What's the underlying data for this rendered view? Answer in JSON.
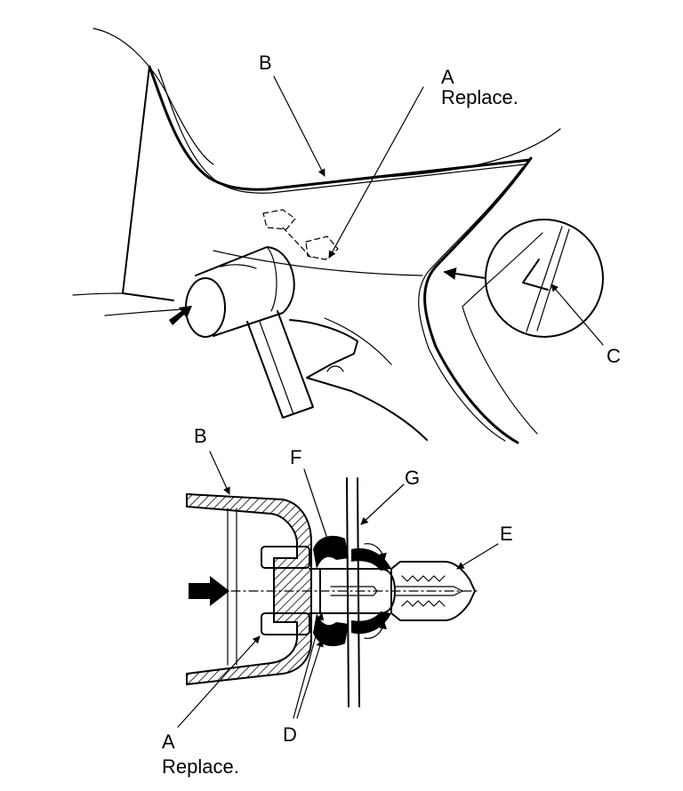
{
  "labels": {
    "top_b": "B",
    "top_a": "A",
    "top_a_note": "Replace.",
    "top_c": "C",
    "bottom_b": "B",
    "bottom_f": "F",
    "bottom_g": "G",
    "bottom_e": "E",
    "bottom_d": "D",
    "bottom_a": "A",
    "bottom_a_note": "Replace."
  },
  "colors": {
    "line": "#000000",
    "background": "#ffffff"
  }
}
